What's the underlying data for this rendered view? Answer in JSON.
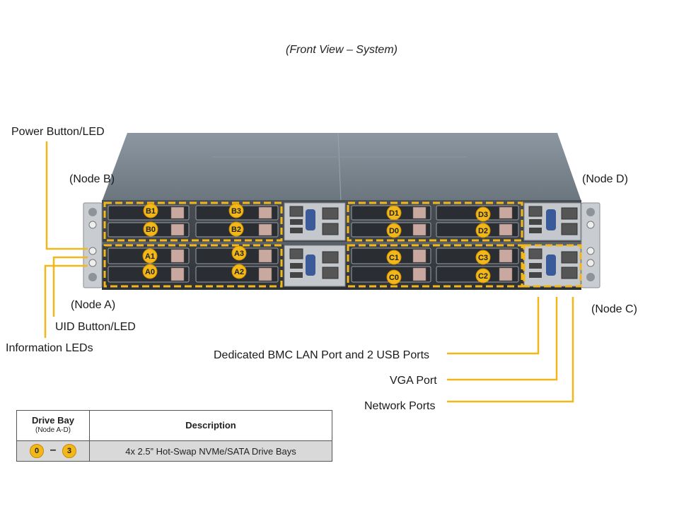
{
  "caption": "(Front View – System)",
  "callouts": {
    "power_button": "Power Button/LED",
    "node_b": "(Node B)",
    "node_d": "(Node D)",
    "node_a": "(Node A)",
    "node_c": "(Node C)",
    "uid_button": "UID Button/LED",
    "info_leds": "Information  LEDs",
    "bmc_lan": "Dedicated BMC LAN Port and 2 USB Ports",
    "vga_port": "VGA Port",
    "network_ports": "Network Ports"
  },
  "drive_bays": {
    "node_b": [
      "B1",
      "B3",
      "B0",
      "B2"
    ],
    "node_a": [
      "A1",
      "A3",
      "A0",
      "A2"
    ],
    "node_d": [
      "D1",
      "D3",
      "D0",
      "D2"
    ],
    "node_c": [
      "C1",
      "C3",
      "C0",
      "C2"
    ]
  },
  "legend": {
    "col1_title": "Drive Bay",
    "col1_sub": "(Node A-D)",
    "col2_title": "Description",
    "range_start": "0",
    "range_sep": "–",
    "range_end": "3",
    "row_desc": "4x 2.5” Hot-Swap NVMe/SATA Drive  Bays"
  },
  "colors": {
    "highlight": "#f2b81a",
    "chassis_top": "#7b8791",
    "chassis_front": "#3c4046",
    "leader_line": "#f2b81a"
  }
}
